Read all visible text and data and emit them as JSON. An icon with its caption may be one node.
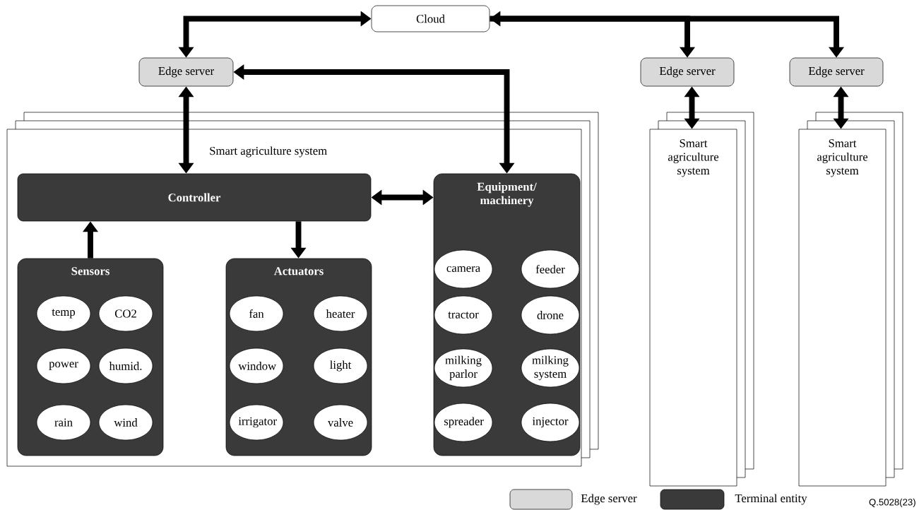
{
  "diagram": {
    "nodes": [
      {
        "text": [
          "Cloud"
        ]
      },
      {
        "text": [
          "Edge server"
        ]
      },
      {
        "text": [
          "Edge server"
        ]
      },
      {
        "text": [
          "Edge server"
        ]
      },
      {
        "text": [
          "Smart agriculture system"
        ]
      },
      {
        "text": [
          "Controller"
        ],
        "in": 4
      },
      {
        "text": [
          "Sensors"
        ],
        "in": 4
      },
      {
        "text": [
          "Actuators"
        ],
        "in": 4
      },
      {
        "text": [
          "Equipment/ machinery"
        ],
        "in": 4
      },
      {
        "text": [
          "temp"
        ],
        "in": 6
      },
      {
        "text": [
          "CO2"
        ],
        "in": 6
      },
      {
        "text": [
          "power"
        ],
        "in": 6
      },
      {
        "text": [
          "humid."
        ],
        "in": 6
      },
      {
        "text": [
          "rain"
        ],
        "in": 6
      },
      {
        "text": [
          "wind"
        ],
        "in": 6
      },
      {
        "text": [
          "fan"
        ],
        "in": 7
      },
      {
        "text": [
          "heater"
        ],
        "in": 7
      },
      {
        "text": [
          "window"
        ],
        "in": 7
      },
      {
        "text": [
          "light"
        ],
        "in": 7
      },
      {
        "text": [
          "irrigator"
        ],
        "in": 7
      },
      {
        "text": [
          "valve"
        ],
        "in": 7
      },
      {
        "text": [
          "camera"
        ],
        "in": 8
      },
      {
        "text": [
          "feeder"
        ],
        "in": 8
      },
      {
        "text": [
          "tractor"
        ],
        "in": 8
      },
      {
        "text": [
          "drone"
        ],
        "in": 8
      },
      {
        "text": [
          "milking parlor"
        ],
        "in": 8
      },
      {
        "text": [
          "milking system"
        ],
        "in": 8
      },
      {
        "text": [
          "spreader"
        ],
        "in": 8
      },
      {
        "text": [
          "injector"
        ],
        "in": 8
      },
      {
        "text": [
          "Smart agriculture system"
        ]
      },
      {
        "text": [
          "Smart agriculture system"
        ]
      }
    ],
    "edges": [
      {
        "from": 0,
        "to": 1,
        "arrow": "both"
      },
      {
        "from": 0,
        "to": 2,
        "arrow": "both"
      },
      {
        "from": 0,
        "to": 3,
        "arrow": "both"
      },
      {
        "from": 1,
        "to": 8,
        "arrow": "both"
      },
      {
        "from": 1,
        "to": 5,
        "arrow": "both"
      },
      {
        "from": 5,
        "to": 8,
        "arrow": "both"
      },
      {
        "from": 6,
        "to": 5,
        "arrow": "to"
      },
      {
        "from": 5,
        "to": 7,
        "arrow": "to"
      },
      {
        "from": 2,
        "to": 29,
        "arrow": "both"
      },
      {
        "from": 3,
        "to": 30,
        "arrow": "both"
      }
    ],
    "labels": [
      "Q.5028(23)"
    ],
    "legend": [
      {
        "text": "Edge server",
        "color": "#d9d9d9"
      },
      {
        "text": "Terminal entity",
        "color": "#3a3a3a"
      }
    ]
  }
}
